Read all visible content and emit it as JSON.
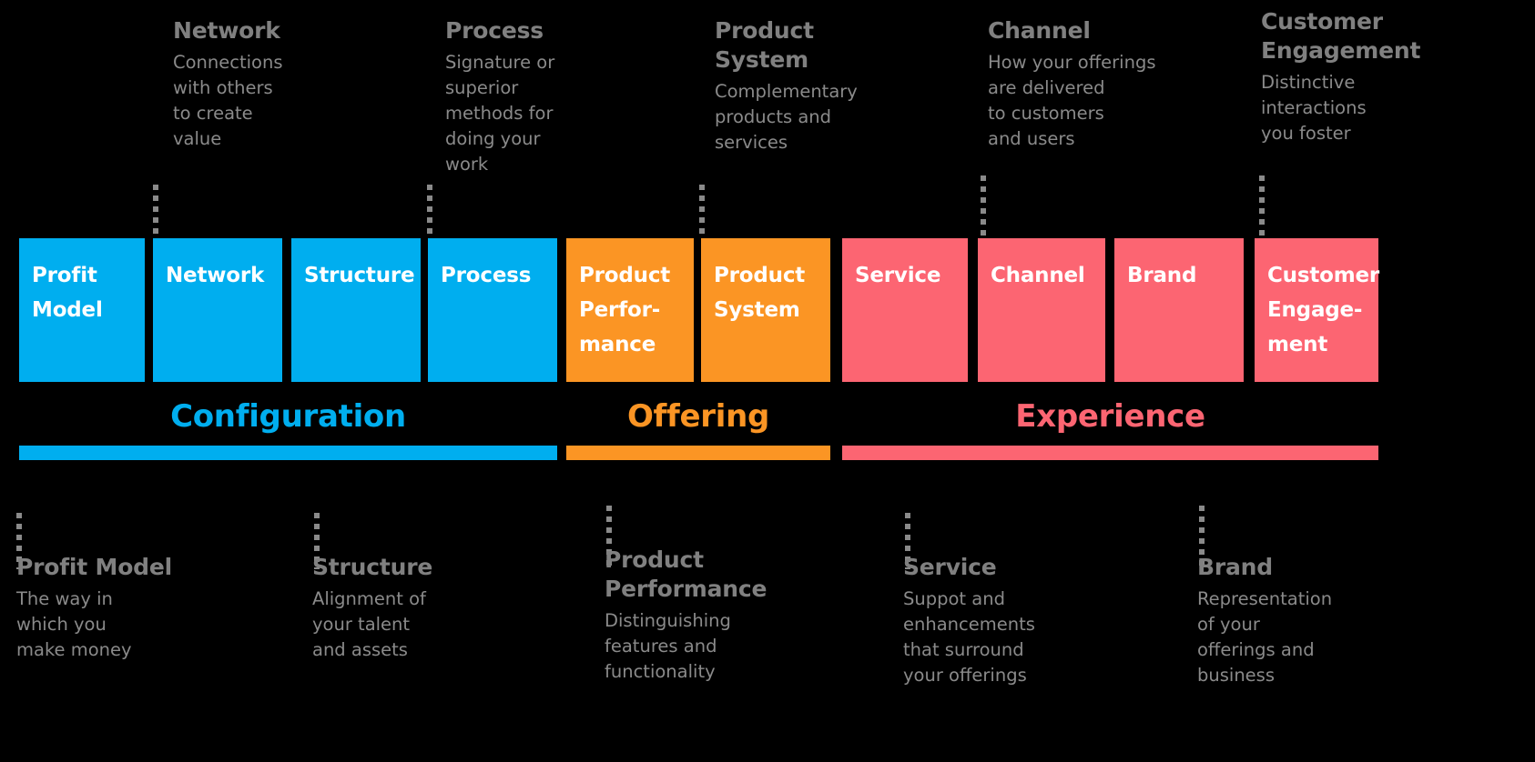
{
  "diagram": {
    "title": "Ten Types of Innovation",
    "background_color": "#000000",
    "colors": {
      "configuration": "#00AEEF",
      "offering": "#FB9524",
      "experience": "#FC6572",
      "label_text": "#808080",
      "description_text": "#8A8A8A",
      "box_text": "#FFFFFF"
    }
  },
  "top_callouts": [
    {
      "name": "network",
      "title": "Network",
      "description": "Connections\nwith others\nto create\nvalue"
    },
    {
      "name": "process",
      "title": "Process",
      "description": "Signature or\nsuperior\nmethods for\ndoing your\nwork"
    },
    {
      "name": "product-system",
      "title": "Product\nSystem",
      "description": "Complementary\nproducts and\nservices"
    },
    {
      "name": "channel",
      "title": "Channel",
      "description": "How your offerings\nare delivered\nto customers\nand users"
    },
    {
      "name": "customer-engagement",
      "title": "Customer\nEngagement",
      "description": "Distinctive\ninteractions\nyou foster"
    }
  ],
  "boxes": [
    {
      "name": "profit-model",
      "label": "Profit\nModel",
      "group": "configuration"
    },
    {
      "name": "network",
      "label": "Network",
      "group": "configuration"
    },
    {
      "name": "structure",
      "label": "Structure",
      "group": "configuration"
    },
    {
      "name": "process",
      "label": "Process",
      "group": "configuration"
    },
    {
      "name": "product-performance",
      "label": "Product\nPerfor-\nmance",
      "group": "offering"
    },
    {
      "name": "product-system",
      "label": "Product\nSystem",
      "group": "offering"
    },
    {
      "name": "service",
      "label": "Service",
      "group": "experience"
    },
    {
      "name": "channel",
      "label": "Channel",
      "group": "experience"
    },
    {
      "name": "brand",
      "label": "Brand",
      "group": "experience"
    },
    {
      "name": "customer-engagement",
      "label": "Customer\nEngage-\nment",
      "group": "experience"
    }
  ],
  "groups": [
    {
      "name": "configuration",
      "label": "Configuration",
      "color": "#00AEEF"
    },
    {
      "name": "offering",
      "label": "Offering",
      "color": "#FB9524"
    },
    {
      "name": "experience",
      "label": "Experience",
      "color": "#FC6572"
    }
  ],
  "bottom_callouts": [
    {
      "name": "profit-model",
      "title": "Profit Model",
      "description": "The way in\nwhich you\nmake money"
    },
    {
      "name": "structure",
      "title": "Structure",
      "description": "Alignment of\nyour talent\nand assets"
    },
    {
      "name": "product-performance",
      "title": "Product\nPerformance",
      "description": "Distinguishing\nfeatures and\nfunctionality"
    },
    {
      "name": "service",
      "title": "Service",
      "description": "Suppot and\nenhancements\nthat surround\nyour offerings"
    },
    {
      "name": "brand",
      "title": "Brand",
      "description": "Representation\nof your\nofferings and\nbusiness"
    }
  ]
}
